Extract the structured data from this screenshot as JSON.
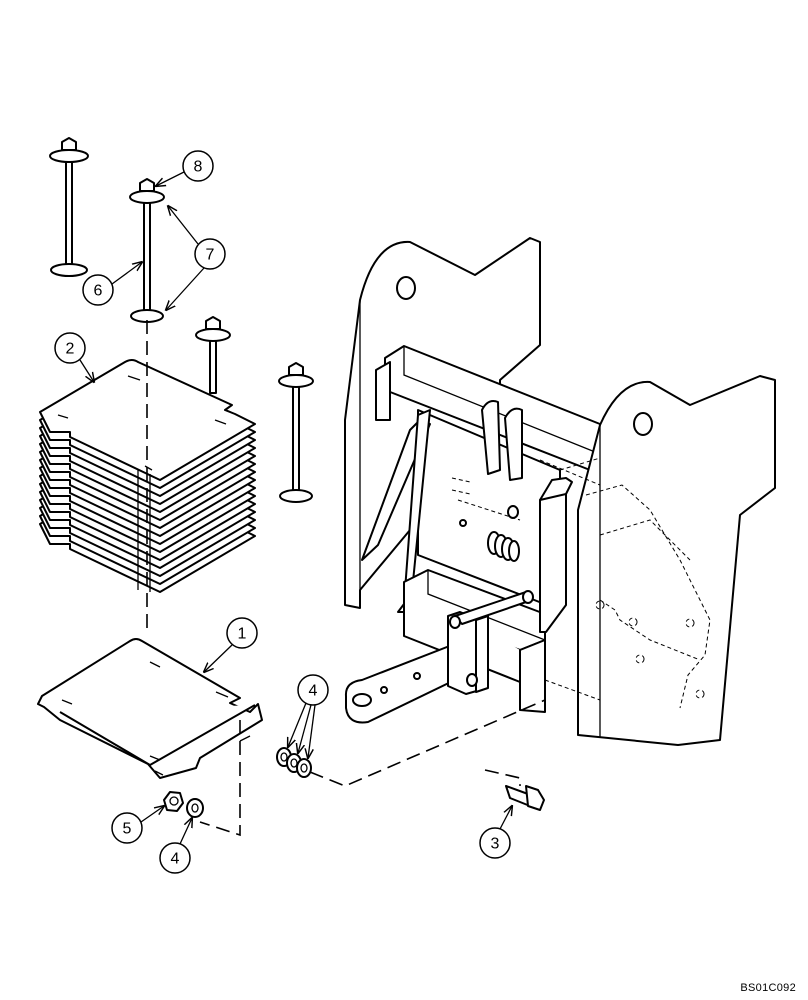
{
  "callouts": {
    "c1": "1",
    "c2": "2",
    "c3": "3",
    "c4a": "4",
    "c4b": "4",
    "c5": "5",
    "c6": "6",
    "c7": "7",
    "c8": "8"
  },
  "drawing_code": "BS01C092"
}
